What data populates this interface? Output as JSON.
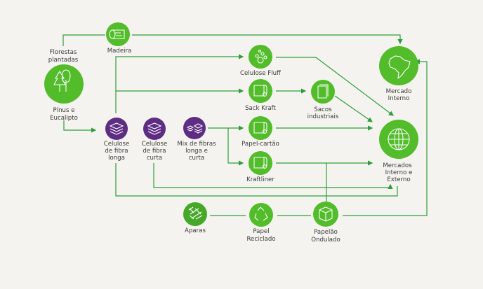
{
  "colors": {
    "background": "#f5f3ef",
    "node_green": "#52bc2a",
    "node_purple": "#5e2d83",
    "connector": "#2e9e3a",
    "text": "#3b3b3b"
  },
  "nodes": {
    "florestas": [
      "Florestas",
      "plantadas"
    ],
    "madeira": [
      "Madeira"
    ],
    "pinus": [
      "Pínus e",
      "Eucalipto"
    ],
    "celulose_longa": [
      "Celulose",
      "de fibra",
      "longa"
    ],
    "celulose_curta": [
      "Celulose",
      "de fibra",
      "curta"
    ],
    "mix": [
      "Mix de fibras",
      "longa e",
      "curta"
    ],
    "fluff": [
      "Celulose Fluff"
    ],
    "sack_kraft": [
      "Sack  Kraft"
    ],
    "sacos": [
      "Sacos",
      "industriais"
    ],
    "papel_cartao": [
      "Papel-cartão"
    ],
    "kraftliner": [
      "Kraftliner"
    ],
    "mercado_interno": [
      "Mercado",
      "Interno"
    ],
    "mercados_ie": [
      "Mercados",
      "Interno e",
      "Externo"
    ],
    "aparas": [
      "Aparas"
    ],
    "papel_reciclado": [
      "Papel",
      "Reciclado"
    ],
    "papelao": [
      "Papelão",
      "Ondulado"
    ]
  },
  "icons": {
    "madeira": "log-icon",
    "pinus": "trees-icon",
    "celulose": "stacked-sheets-icon",
    "fluff": "bubbles-icon",
    "roll": "paper-roll-icon",
    "sacos": "bag-icon",
    "mercado_interno": "brazil-map-icon",
    "mercados_ie": "globe-icon",
    "aparas": "fibers-icon",
    "papel_reciclado": "recycle-icon",
    "papelao": "box-icon"
  }
}
